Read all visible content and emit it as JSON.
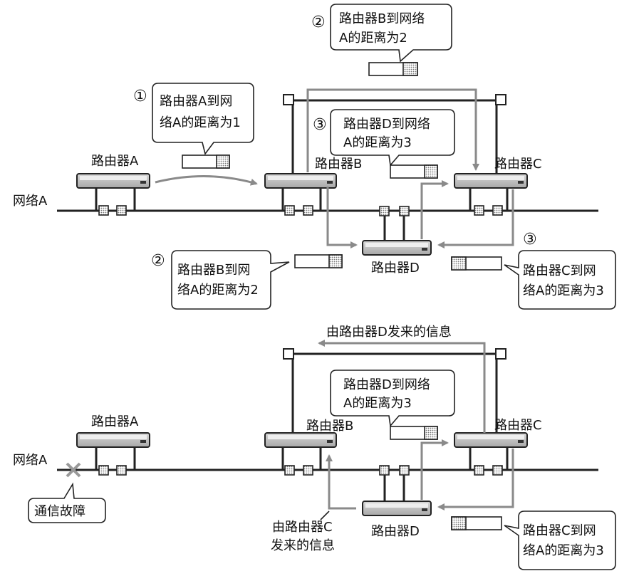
{
  "top": {
    "network_label": "网络A",
    "router_a": "路由器A",
    "router_b": "路由器B",
    "router_c": "路由器C",
    "router_d": "路由器D",
    "steps": {
      "one": "①",
      "two": "②",
      "three": "③"
    },
    "callout_a": [
      "路由器A到网",
      "络A的距离为1"
    ],
    "callout_b_top": [
      "路由器B到网络",
      "A的距离为2"
    ],
    "callout_d": [
      "路由器D到网络",
      "A的距离为3"
    ],
    "callout_b_left": [
      "路由器B到网",
      "络A的距离为2"
    ],
    "callout_c": [
      "路由器C到网",
      "络A的距离为3"
    ]
  },
  "bottom": {
    "network_label": "网络A",
    "router_a": "路由器A",
    "router_b": "路由器B",
    "router_c": "路由器C",
    "router_d": "路由器D",
    "failure": "通信故障",
    "info_from_d": "由路由器D发来的信息",
    "info_from_c": [
      "由路由器C",
      "发来的信息"
    ],
    "callout_d": [
      "路由器D到网络",
      "A的距离为3"
    ],
    "callout_c": [
      "路由器C到网",
      "络A的距离为3"
    ]
  }
}
